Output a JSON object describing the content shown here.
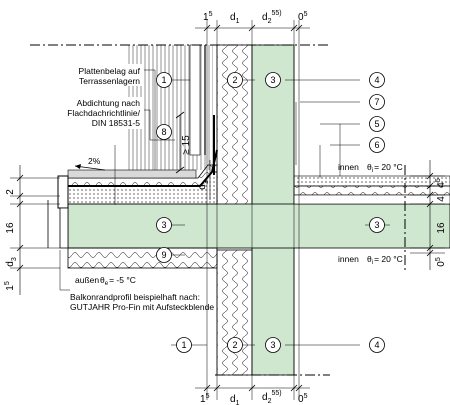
{
  "dimensions_top": {
    "d0": "1",
    "d0_sup": "5",
    "d1": "d",
    "d1_sub": "1",
    "d2": "d",
    "d2_sub": "2",
    "d2_note": "55)",
    "d3": "0",
    "d3_sup": "5"
  },
  "dimensions_bottom": {
    "d0": "1",
    "d0_sup": "5",
    "d1": "d",
    "d1_sub": "1",
    "d2": "d",
    "d2_sub": "2",
    "d2_note": "55)",
    "d3": "0",
    "d3_sup": "5"
  },
  "dimensions_left": {
    "a": "2",
    "b": "16",
    "c": "d",
    "c_sub": "3",
    "d": "1",
    "d_sup": "5"
  },
  "dimensions_right": {
    "a": "4",
    "a_sup": "5",
    "b": "4",
    "c": "16",
    "d": "0",
    "d_sup": "5"
  },
  "slope_dim": {
    "label": "≥ 15",
    "d3": "d",
    "d3_sub": "3"
  },
  "annotations": {
    "plattenbelag": [
      "Plattenbelag auf",
      "Terrassenlagern"
    ],
    "abdichtung": [
      "Abdichtung nach",
      "Flachdachrichtlinie/",
      "DIN 18531-5"
    ],
    "slope": "2%",
    "aussen": "außen",
    "theta_e": "θ",
    "theta_e_sub": "e",
    "theta_e_val": "= -5 °C",
    "innen_top": "innen",
    "theta_i_top": "θ",
    "theta_i_top_sub": "i",
    "theta_i_top_val": "= 20 °C",
    "innen_bottom": "innen",
    "theta_i_bottom": "θ",
    "theta_i_bottom_sub": "i",
    "theta_i_bottom_val": "= 20 °C",
    "balkon": [
      "Balkonrandprofil beispielhaft nach:",
      "GUTJAHR Pro-Fin mit Aufsteckblende"
    ]
  },
  "markers": {
    "m1_top": "1",
    "m2_top": "2",
    "m3_top": "3",
    "m4_top": "4",
    "m7": "7",
    "m8": "8",
    "m5": "5",
    "m6": "6",
    "m3_left": "3",
    "m3_right": "3",
    "m9": "9",
    "m1_bottom": "1",
    "m2_bottom": "2",
    "m3_bottom": "3",
    "m4_bottom": "4"
  },
  "colors": {
    "insulation_green": "#cfe6cf",
    "hatch": "#000000",
    "paving": "#d9d9d9"
  }
}
